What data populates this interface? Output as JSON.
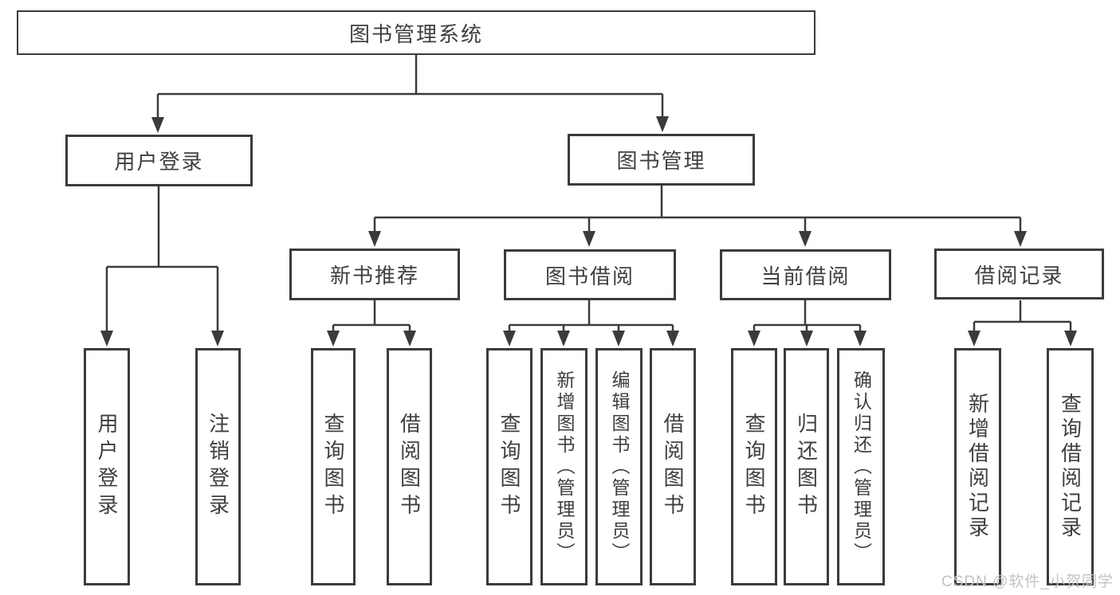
{
  "root": {
    "label": "图书管理系统"
  },
  "branches": [
    {
      "label": "用户登录",
      "leaves": [
        {
          "label": "用户登录"
        },
        {
          "label": "注销登录"
        }
      ]
    },
    {
      "label": "图书管理",
      "modules": [
        {
          "label": "新书推荐",
          "leaves": [
            {
              "label": "查询图书"
            },
            {
              "label": "借阅图书"
            }
          ]
        },
        {
          "label": "图书借阅",
          "leaves": [
            {
              "label": "查询图书"
            },
            {
              "label": "新增图书（管理员）"
            },
            {
              "label": "编辑图书（管理员）"
            },
            {
              "label": "借阅图书"
            }
          ]
        },
        {
          "label": "当前借阅",
          "leaves": [
            {
              "label": "查询图书"
            },
            {
              "label": "归还图书"
            },
            {
              "label": "确认归还（管理员）"
            }
          ]
        },
        {
          "label": "借阅记录",
          "leaves": [
            {
              "label": "新增借阅记录"
            },
            {
              "label": "查询借阅记录"
            }
          ]
        }
      ]
    }
  ],
  "watermark": "CSDN @软件_小贺同学",
  "colors": {
    "line": "#3b3b3b",
    "text": "#3f3f3f",
    "watermark": "#c3c3c3",
    "background": "#ffffff"
  }
}
